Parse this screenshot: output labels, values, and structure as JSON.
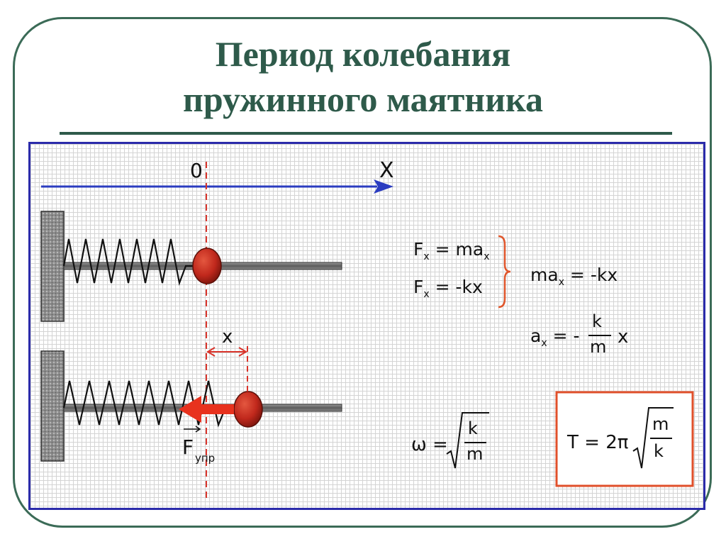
{
  "title": {
    "line1": "Период колебания",
    "line2": "пружинного маятника"
  },
  "axis": {
    "origin_label": "0",
    "x_label": "X"
  },
  "displacement": {
    "label": "x"
  },
  "force": {
    "symbol": "F",
    "subscript": "упр"
  },
  "equations": {
    "newton": {
      "lhs": "F",
      "lhs_sub": "x",
      "mid": " = ma",
      "mid_sub": "x"
    },
    "hooke": {
      "lhs": "F",
      "lhs_sub": "x",
      "rhs": " = -kx"
    },
    "combined": {
      "lhs": "ma",
      "lhs_sub": "x",
      "rhs": " = -kx"
    },
    "accel": {
      "lhs": "a",
      "lhs_sub": "x",
      "eq": " = -",
      "num": "k",
      "den": "m",
      "tail": "x"
    },
    "omega": {
      "lhs": "ω =",
      "num": "k",
      "den": "m"
    },
    "period": {
      "lhs": "T = 2π",
      "num": "m",
      "den": "k"
    }
  },
  "colors": {
    "title": "#2e5a4a",
    "frame": "#3b6b57",
    "panel_border": "#2b2baa",
    "axis": "#2b3cc0",
    "marker": "#d9342b",
    "ball": "#c0281c",
    "rod": "#707070",
    "bracket": "#e0562b",
    "highlight_box": "#e0502b"
  },
  "icons": {
    "wall": "hatched-wall",
    "spring": "zigzag-spring",
    "ball": "red-sphere",
    "force_arrow": "left-arrow"
  }
}
